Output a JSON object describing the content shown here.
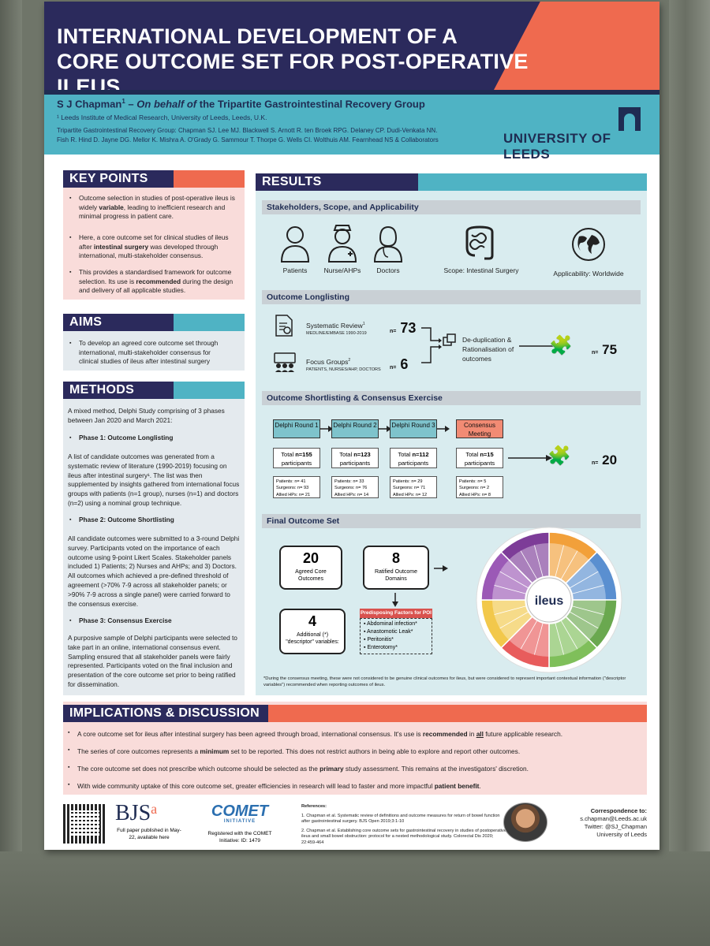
{
  "header": {
    "title_line1": "INTERNATIONAL DEVELOPMENT OF A",
    "title_line2": "CORE OUTCOME SET FOR POST-OPERATIVE ILEUS",
    "author_name": "S J Chapman",
    "author_sup": "1",
    "author_dash": " – ",
    "author_behalf": "On behalf of",
    "author_group": " the Tripartite Gastrointestinal Recovery Group",
    "affiliation": "¹ Leeds Institute of Medical Research, University of Leeds, Leeds, U.K.",
    "group_line1": "Tripartite Gastrointestinal Recovery Group: Chapman SJ. Lee MJ. Blackwell S. Arnott R. ten Broek RPG. Delaney CP. Dudi-Venkata NN.",
    "group_line2": "Fish R. Hind D. Jayne DG. Mellor K. Mishra A. O'Grady G. Sammour T. Thorpe G. Wells CI. Wolthuis AM. Fearnhead NS & Collaborators",
    "university": "UNIVERSITY OF LEEDS"
  },
  "key_points": {
    "heading": "KEY POINTS",
    "items": [
      {
        "a": "Outcome selection in studies of post-operative ileus is widely ",
        "b": "variable",
        "c": ", leading to inefficient research and minimal progress in patient care."
      },
      {
        "a": "Here, a core outcome set for clinical studies of ileus after ",
        "b": "intestinal surgery",
        "c": " was developed through international, multi-stakeholder consensus."
      },
      {
        "a": "This provides a standardised framework for outcome selection. Its use is ",
        "b": "recommended",
        "c": " during the design and delivery of all applicable studies."
      }
    ]
  },
  "aims": {
    "heading": "AIMS",
    "item": "To develop an agreed core outcome set through international, multi-stakeholder consensus for clinical studies of ileus after intestinal surgery"
  },
  "methods": {
    "heading": "METHODS",
    "intro": "A mixed method, Delphi Study comprising of 3 phases between Jan 2020 and March 2021:",
    "phase1_title": "Phase 1: Outcome Longlisting",
    "phase1_text": "A list of candidate outcomes was generated from a systematic review of literature (1990-2019) focusing on ileus after intestinal surgery¹. The list was then supplemented by insights gathered from international focus groups with patients (n=1 group), nurses (n=1) and doctors (n=2) using a nominal group technique.",
    "phase2_title": "Phase 2: Outcome Shortlisting",
    "phase2_text": "All candidate outcomes were submitted to a 3-round Delphi survey. Participants voted on the importance of each outcome using 9-point Likert Scales. Stakeholder panels included 1) Patients; 2) Nurses and AHPs; and 3) Doctors. All outcomes which achieved a pre-defined threshold of agreement (>70% 7-9 across all stakeholder panels; or >90% 7-9 across a single panel) were carried forward to the consensus exercise.",
    "phase3_title": "Phase 3: Consensus Exercise",
    "phase3_text": "A purposive sample of Delphi participants were selected to take part in an online, international consensus event. Sampling ensured that all stakeholder panels were fairly represented. Participants voted on the final inclusion and presentation of the core outcome set prior to being ratified for dissemination."
  },
  "results": {
    "heading": "RESULTS",
    "stakeholders_title": "Stakeholders, Scope, and Applicability",
    "stakeholders": [
      "Patients",
      "Nurse/AHPs",
      "Doctors"
    ],
    "scope": "Scope: Intestinal Surgery",
    "applicability": "Applicability: Worldwide",
    "longlisting_title": "Outcome Longlisting",
    "sr_label": "Systematic Review",
    "sr_sup": "1",
    "sr_sub": "MEDLINE/EMBASE 1990-2019",
    "sr_n_prefix": "n=",
    "sr_n": "73",
    "fg_label": "Focus Groups",
    "fg_sup": "2",
    "fg_sub": "PATIENTS, NURSES/AHP, DOCTORS",
    "fg_n_prefix": "n=",
    "fg_n": "6",
    "dedup": "De-duplication & Rationalisation of outcomes",
    "long_total_prefix": "n=",
    "long_total": "75",
    "shortlist_title": "Outcome Shortlisting & Consensus Exercise",
    "rounds": [
      {
        "name": "Delphi Round 1",
        "total_label": "Total",
        "total": "n=155",
        "unit": "participants",
        "split": [
          "Patients: n= 41",
          "Surgeons: n= 93",
          "Allied HPs: n= 21"
        ]
      },
      {
        "name": "Delphi Round 2",
        "total_label": "Total",
        "total": "n=123",
        "unit": "participants",
        "split": [
          "Patients: n= 33",
          "Surgeons: n= 76",
          "Allied HPs: n= 14"
        ]
      },
      {
        "name": "Delphi Round 3",
        "total_label": "Total",
        "total": "n=112",
        "unit": "participants",
        "split": [
          "Patients: n= 29",
          "Surgeons: n= 71",
          "Allied HPs: n= 12"
        ]
      },
      {
        "name": "Consensus Meeting",
        "total_label": "Total",
        "total": "n=15",
        "unit": "participants",
        "split": [
          "Patients: n= 5",
          "Surgeons: n= 2",
          "Allied HPs: n= 8"
        ]
      }
    ],
    "short_total_prefix": "n=",
    "short_total": "20",
    "final_title": "Final Outcome Set",
    "core_n": "20",
    "core_label": "Agreed Core Outcomes",
    "domains_n": "8",
    "domains_label": "Ratified Outcome Domains",
    "desc_n": "4",
    "desc_label": "Additional (*) \"descriptor\" variables:",
    "predisposing_title": "Predisposing Factors for POI",
    "predisposing": [
      "Abdominal infection*",
      "Anastomotic Leak*",
      "Peritonitis*",
      "Enterotomy*"
    ],
    "wheel_center": "ileus",
    "footnote": "*During the consensus meeting, these were not considered to be genuine clinical outcomes for ileus, but were considered to represent important contextual information (\"descriptor variables\") recommended when reporting outcomes of ileus.",
    "wheel_colors": [
      "#f2a03a",
      "#5a8fd0",
      "#6aa84f",
      "#7fbf5a",
      "#e85c5c",
      "#f2c84b",
      "#9b59b6",
      "#7d3c98"
    ]
  },
  "implications": {
    "heading": "IMPLICATIONS & DISCUSSION",
    "items": [
      {
        "a": "A core outcome set for ileus after intestinal surgery has been agreed through broad, international consensus. It's use is ",
        "b": "recommended",
        "c": " in ",
        "d": "all",
        "e": " future applicable research."
      },
      {
        "a": "The series of core outcomes represents a ",
        "b": "minimum",
        "c": " set to be reported. This does not restrict authors in being able to explore and report other outcomes.",
        "d": "",
        "e": ""
      },
      {
        "a": "The core outcome set does not prescribe which outcome should be selected as the ",
        "b": "primary",
        "c": " study assessment. This remains at the investigators' discretion.",
        "d": "",
        "e": ""
      },
      {
        "a": "With wide community uptake of this core outcome set, greater efficiencies in research will lead to faster and more impactful ",
        "b": "patient benefit",
        "c": ".",
        "d": "",
        "e": ""
      }
    ]
  },
  "footer": {
    "bjs": "BJS",
    "bjs_oa": "a",
    "bjs_note": "Full paper published in May-22, available here",
    "comet": "COMET",
    "comet_sub": "INITIATIVE",
    "comet_note": "Registered with the COMET Initiative: ID: 1479",
    "ref_title": "References:",
    "ref1": "1.   Chapman et al. Systematic review of definitions and outcome measures for return of bowel function after gastrointestinal surgery. BJS Open 2019;3:1-10",
    "ref2": "2.   Chapman et al. Establishing core outcome sets for gastrointestinal recovery in studies of postoperative ileus and small bowel obstruction: protocol for a nested methodological study. Colorectal Dis 2020; 22:459-464",
    "corr_title": "Correspondence to:",
    "corr_email": "s.chapman@Leeds.ac.uk",
    "corr_twitter": "Twitter: @SJ_Chapman",
    "corr_uni": "University of Leeds"
  }
}
